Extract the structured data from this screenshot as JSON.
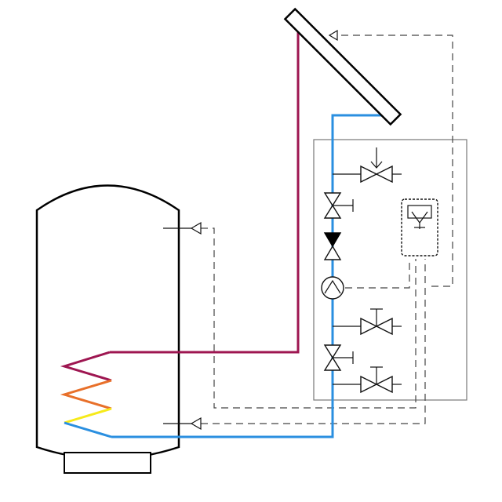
{
  "colors": {
    "flow_pipe": "#9e1651",
    "return_pipe": "#2a8fe0",
    "coil_top": "#9e1651",
    "coil_upper": "#e8702a",
    "coil_lower": "#f6ea1a",
    "coil_bottom": "#2a8fe0",
    "outline": "#000000",
    "sensor_line": "#444444",
    "station_box": "#777777"
  },
  "components": {
    "tank": "storage-tank",
    "collector": "solar-collector",
    "coil": "heat-exchanger-coil",
    "station": "pump-station",
    "controller": "solar-controller",
    "pump": "circulation-pump",
    "check_valve": "check-valve",
    "shutoff_valves": [
      "shutoff-valve-top",
      "shutoff-valve-middle",
      "shutoff-valve-bottom"
    ],
    "drain_valves": [
      "fill-drain-valve-top",
      "fill-drain-valve-bottom"
    ],
    "safety_valve": "safety-valve",
    "sensors": [
      "collector-sensor",
      "tank-upper-sensor",
      "tank-lower-sensor"
    ]
  }
}
